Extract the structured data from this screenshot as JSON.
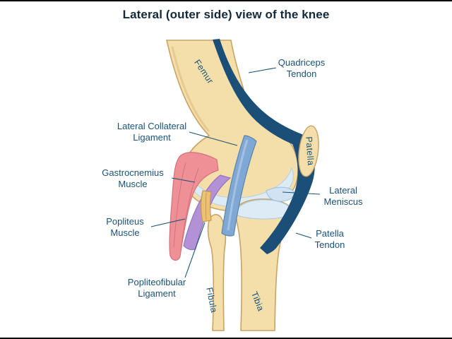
{
  "title": "Lateral (outer side) view of the knee",
  "labels": {
    "quadriceps_tendon": [
      "Quadriceps",
      "Tendon"
    ],
    "lateral_collateral_ligament": [
      "Lateral Collateral",
      "Ligament"
    ],
    "gastrocnemius_muscle": [
      "Gastrocnemius",
      "Muscle"
    ],
    "popliteus_muscle": [
      "Popliteus",
      "Muscle"
    ],
    "popliteofibular_ligament": [
      "Popliteofibular",
      "Ligament"
    ],
    "lateral_meniscus": [
      "Lateral",
      "Meniscus"
    ],
    "patella_tendon": [
      "Patella",
      "Tendon"
    ]
  },
  "bone_labels": {
    "femur": "Femur",
    "patella": "Patella",
    "fibula": "Fibula",
    "tibia": "Tibia"
  },
  "colors": {
    "label_text": "#1a5276",
    "title_text": "#13293c",
    "bone": "#f4dfab",
    "bone_outline": "#c9a266",
    "tendon_navy": "#1b4f78",
    "lcl_blue": "#7fa9d4",
    "muscle_pink": "#ef9096",
    "popliteus_purple": "#b391d6",
    "ligament_orange": "#ecc173",
    "cartilage_blue": "#dcebf5",
    "meniscus_blue": "#cfe3f2"
  }
}
